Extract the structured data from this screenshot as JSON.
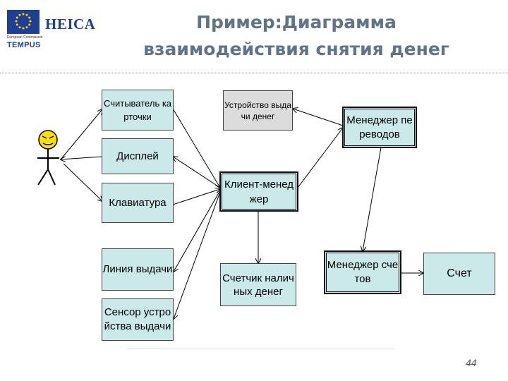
{
  "header": {
    "logo_text": "HEICA",
    "logo_caption": "European Commission",
    "logo_program": "TEMPUS",
    "title_line1": "Пример:Диаграмма",
    "title_line2": "взаимодействия снятия денег"
  },
  "diagram": {
    "nodes": {
      "card_reader": "Считыватель карточки",
      "display": "Дисплей",
      "keyboard": "Клавиатура",
      "dispense_line": "Линия выдачи",
      "dispense_sensor": "Сенсор устройства выдачи",
      "cash_dispenser": "Устройство выдачи денег",
      "client_manager": "Клиент-менеджер",
      "cash_counter": "Счетчик наличных денег",
      "transfer_manager": "Менеджер переводов",
      "account_manager": "Менеджер счетов",
      "account": "Счет"
    },
    "colors": {
      "box_fill": "#cce9ea",
      "cash_dispenser_fill": "#dcdcdc",
      "title": "#5f7587"
    }
  },
  "footer": {
    "page_number": "44"
  }
}
